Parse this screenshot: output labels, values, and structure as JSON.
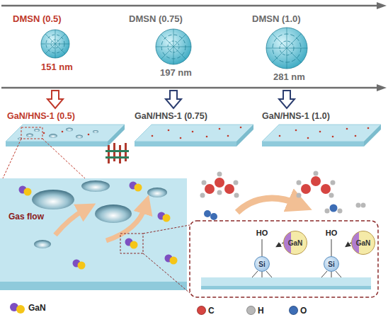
{
  "diagram": {
    "nodes": [
      {
        "text": [
          "HO",
          "Si"
        ]
      },
      {
        "text": [
          "GaN"
        ]
      },
      {
        "text": [
          "HO",
          "Si"
        ]
      },
      {
        "text": [
          "GaN"
        ]
      }
    ],
    "edges": [
      {
        "from": 1,
        "to": 0,
        "arrow": "to"
      },
      {
        "from": 3,
        "to": 2,
        "arrow": "to"
      }
    ],
    "labels": [
      "DMSN (0.5)",
      "DMSN (0.75)",
      "DMSN (1.0)",
      "151 nm",
      "197 nm",
      "281 nm",
      "GaN/HNS-1 (0.5)",
      "GaN/HNS-1 (0.75)",
      "GaN/HNS-1 (1.0)",
      "Gas flow"
    ],
    "legend": [
      {
        "text": "GaN"
      },
      {
        "text": "C",
        "color": "#d64541"
      },
      {
        "text": "H",
        "color": "#b8b8b8"
      },
      {
        "text": "O",
        "color": "#3d6db5"
      }
    ]
  }
}
